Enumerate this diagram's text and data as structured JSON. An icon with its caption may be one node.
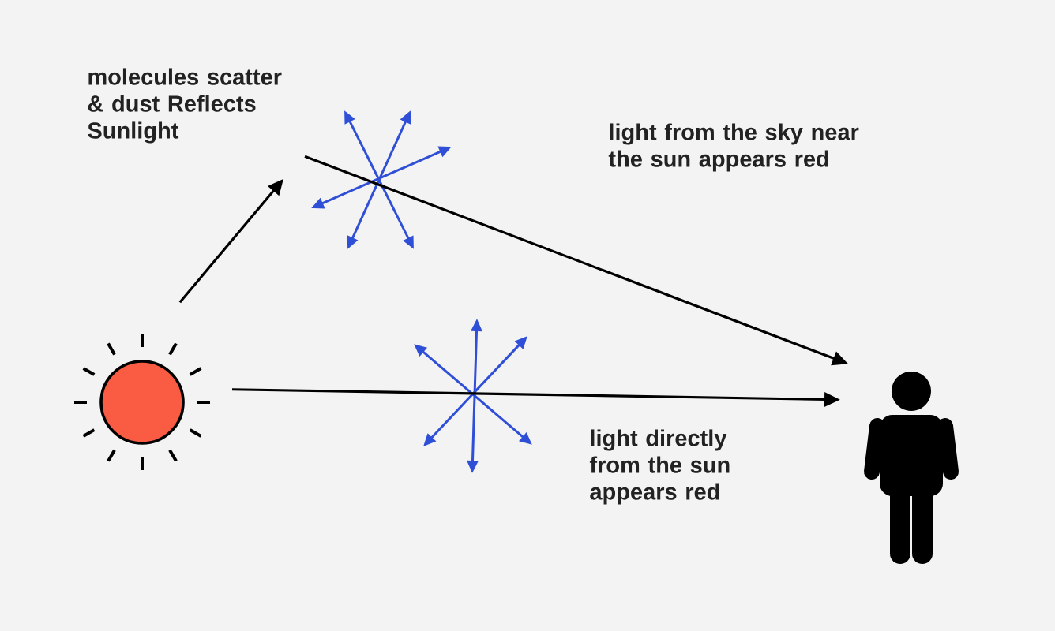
{
  "diagram": {
    "nodes": [
      {
        "text": [],
        "shape": "sun"
      },
      {
        "text": [],
        "shape": "starburst"
      },
      {
        "text": [],
        "shape": "person"
      }
    ],
    "edges": [
      {
        "from": 0,
        "to": 1,
        "arrow": "to"
      },
      {
        "from": 1,
        "to": 2,
        "arrow": "to"
      },
      {
        "from": 0,
        "to": 2,
        "arrow": "to"
      }
    ],
    "labels": [
      "molecules scatter & dust Reflects Sunlight",
      "light from the sky near the sun appears red",
      "light directly from the sun appears red"
    ]
  }
}
